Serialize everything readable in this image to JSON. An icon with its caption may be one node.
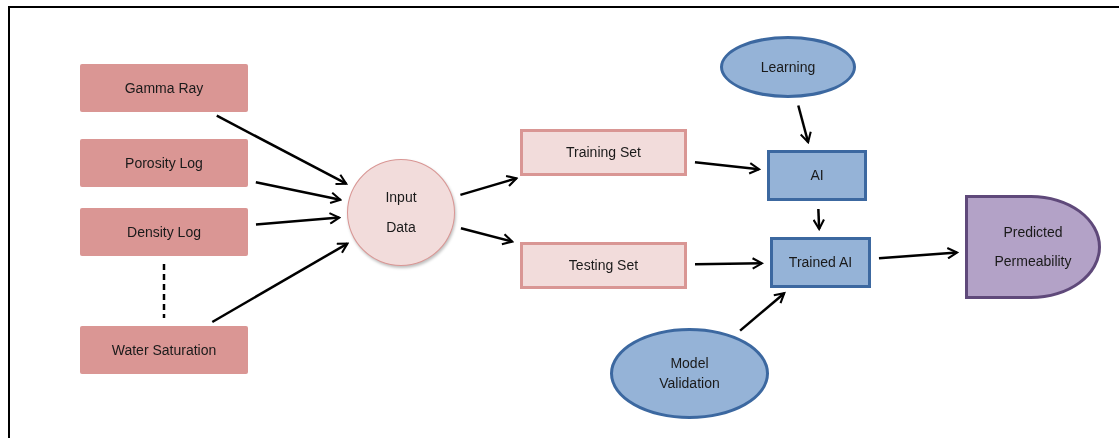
{
  "diagram": {
    "nodes": [
      {
        "text": [
          "Gamma Ray"
        ]
      },
      {
        "text": [
          "Porosity Log"
        ]
      },
      {
        "text": [
          "Density Log"
        ]
      },
      {
        "text": [
          "Water Saturation"
        ]
      },
      {
        "text": [
          "Input Data"
        ]
      },
      {
        "text": [
          "Training Set"
        ]
      },
      {
        "text": [
          "Testing Set"
        ]
      },
      {
        "text": [
          "Learning"
        ]
      },
      {
        "text": [
          "AI"
        ]
      },
      {
        "text": [
          "Trained AI"
        ]
      },
      {
        "text": [
          "Model Validation"
        ]
      },
      {
        "text": [
          "Predicted Permeability"
        ]
      }
    ],
    "edges": [
      {
        "from": 0,
        "to": 4,
        "arrow": "to"
      },
      {
        "from": 1,
        "to": 4,
        "arrow": "to"
      },
      {
        "from": 2,
        "to": 4,
        "arrow": "to"
      },
      {
        "from": 3,
        "to": 4,
        "arrow": "to"
      },
      {
        "from": 2,
        "to": 3,
        "arrow": "none",
        "style": "dashed"
      },
      {
        "from": 4,
        "to": 5,
        "arrow": "to"
      },
      {
        "from": 4,
        "to": 6,
        "arrow": "to"
      },
      {
        "from": 7,
        "to": 8,
        "arrow": "to"
      },
      {
        "from": 5,
        "to": 8,
        "arrow": "to"
      },
      {
        "from": 8,
        "to": 9,
        "arrow": "to"
      },
      {
        "from": 6,
        "to": 9,
        "arrow": "to"
      },
      {
        "from": 10,
        "to": 9,
        "arrow": "to"
      },
      {
        "from": 9,
        "to": 11,
        "arrow": "to"
      }
    ]
  }
}
